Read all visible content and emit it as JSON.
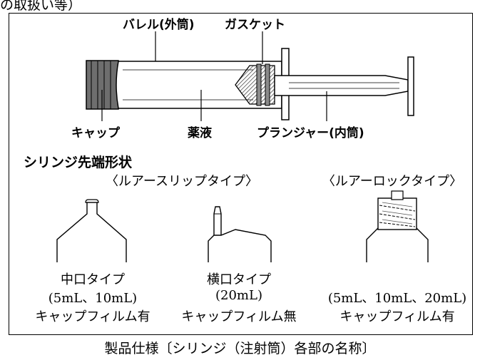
{
  "fragment_top": "の取扱い等）",
  "labels": {
    "barrel": "バレル(外筒)",
    "gasket": "ガスケット",
    "cap": "キャップ",
    "liquid": "薬液",
    "plunger": "プランジャー(内筒)"
  },
  "section_title": "シリンジ先端形状",
  "types": {
    "slip": "〈ルアースリップタイプ〉",
    "lock": "〈ルアーロックタイプ〉"
  },
  "tips": [
    {
      "name": "中口タイプ",
      "volume": "(5mL、10mL)",
      "film": "キャップフィルム有"
    },
    {
      "name": "横口タイプ",
      "volume": "(20mL)",
      "film": "キャップフィルム無"
    },
    {
      "name": "",
      "volume": "(5mL、10mL、20mL)",
      "film": "キャップフィルム有"
    }
  ],
  "caption": "製品仕様〔シリンジ（注射筒）各部の名称〕",
  "colors": {
    "cap_fill": "#6e6e6e",
    "line": "#000000",
    "gasket_fill": "#8a8a8a"
  }
}
